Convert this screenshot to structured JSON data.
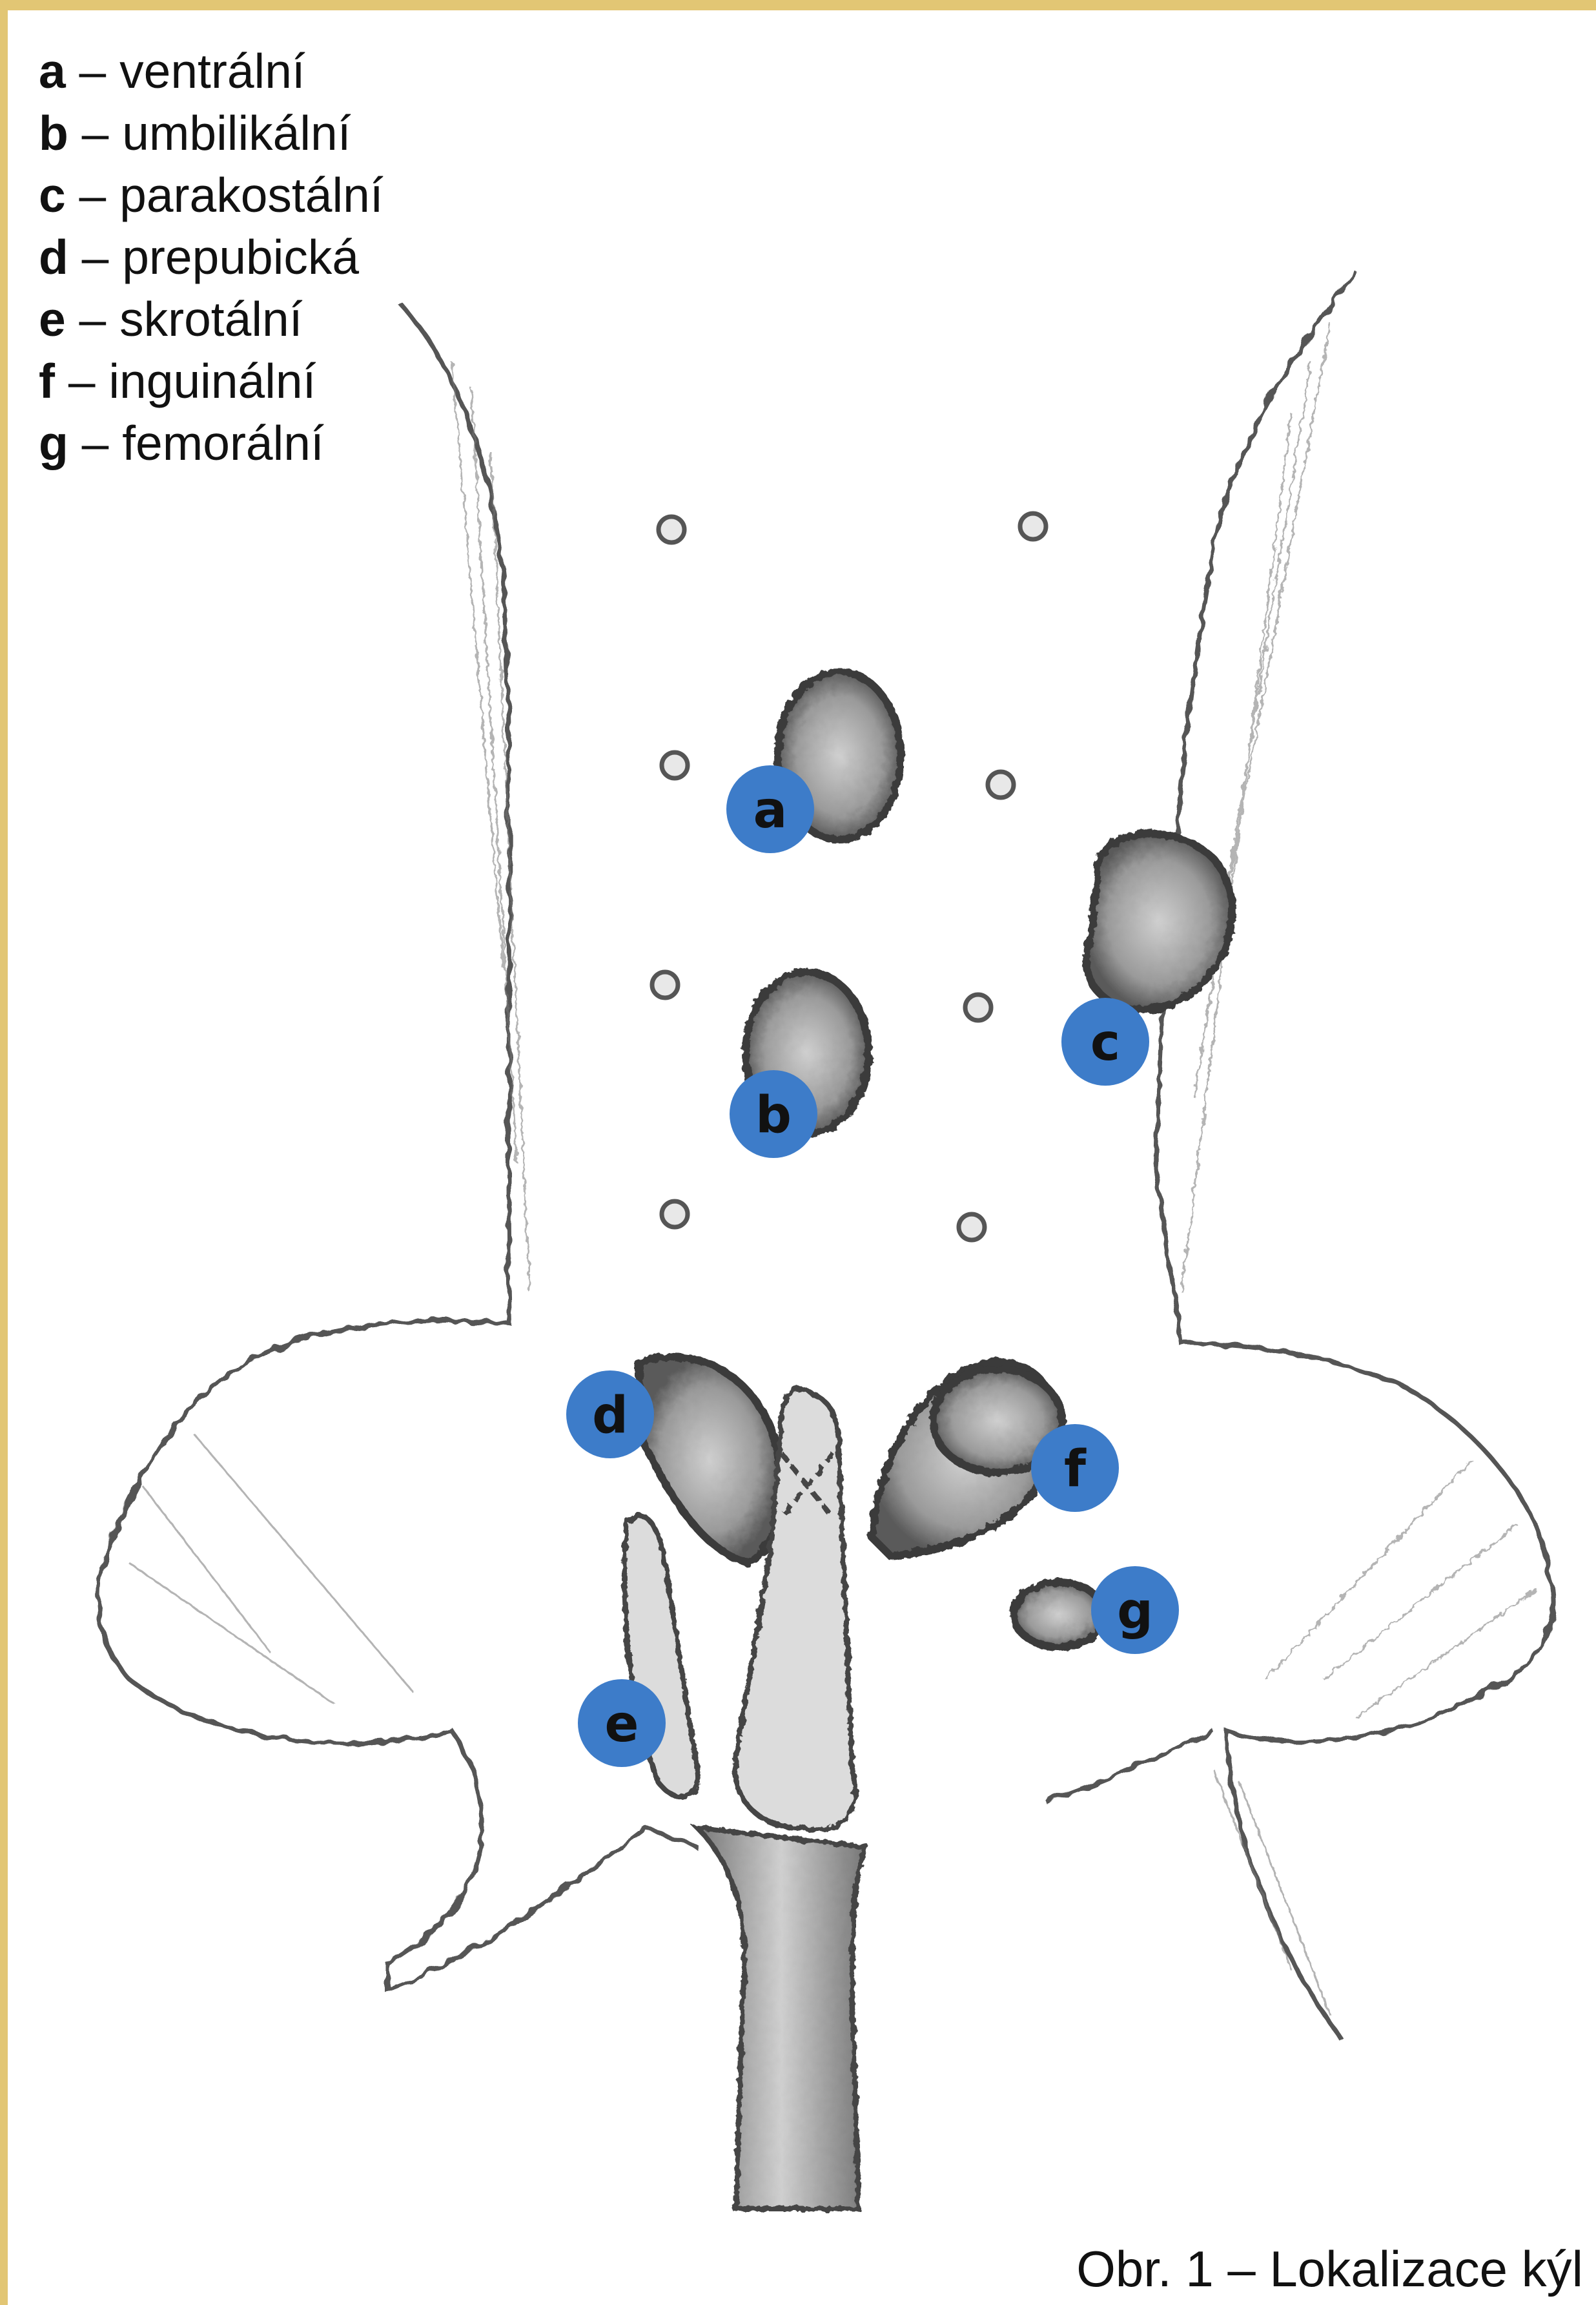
{
  "legend": [
    {
      "letter": "a",
      "dash": " – ",
      "name": "ventrální"
    },
    {
      "letter": "b",
      "dash": " – ",
      "name": "umbilikální"
    },
    {
      "letter": "c",
      "dash": " – ",
      "name": "parakostální"
    },
    {
      "letter": "d",
      "dash": " – ",
      "name": "prepubická"
    },
    {
      "letter": "e",
      "dash": " – ",
      "name": "skrotální"
    },
    {
      "letter": "f",
      "dash": " – ",
      "name": "inguinální"
    },
    {
      "letter": "g",
      "dash": " – ",
      "name": "femorální"
    }
  ],
  "markers": {
    "a": "a",
    "b": "b",
    "c": "c",
    "d": "d",
    "e": "e",
    "f": "f",
    "g": "g"
  },
  "caption": "Obr. 1 – Lokalizace kýl",
  "colors": {
    "frame": "#e2c674",
    "marker": "#3d7cc9",
    "pencil": "#555555"
  }
}
